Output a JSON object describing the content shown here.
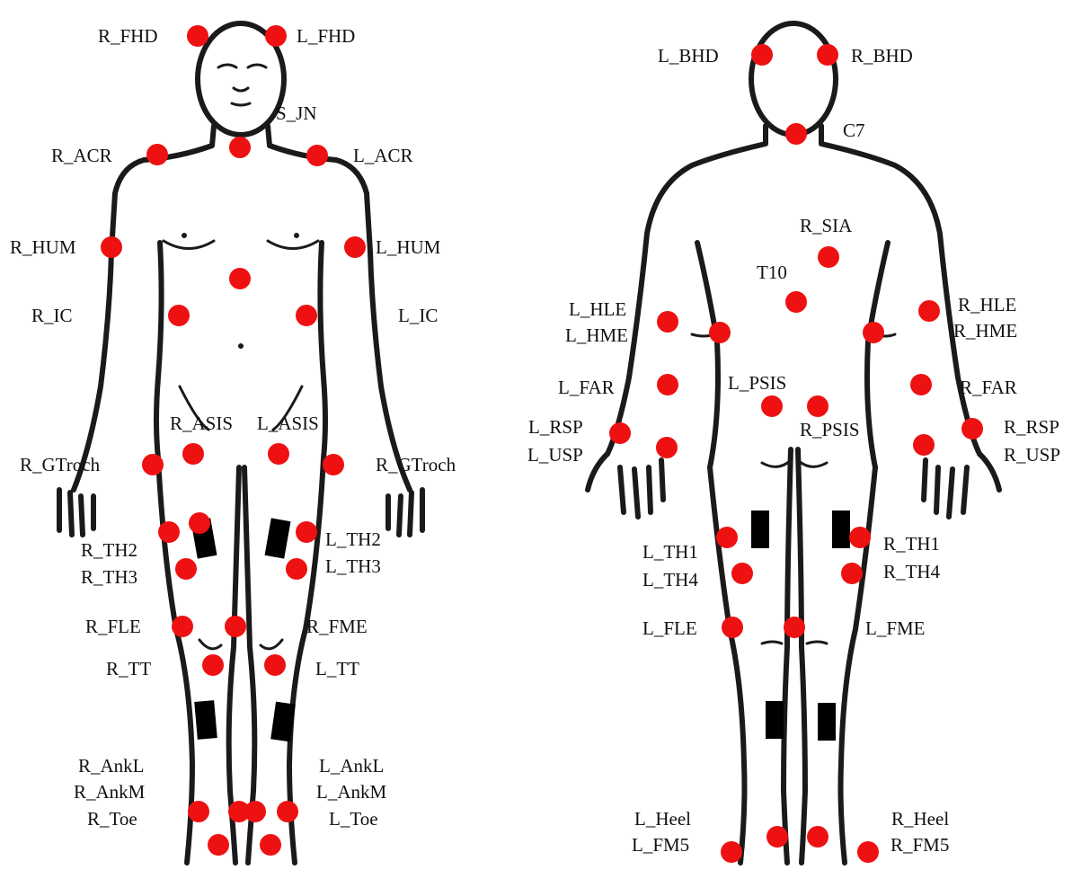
{
  "colors": {
    "marker": "#ee1111",
    "outline": "#1a1a1a",
    "sensor": "#000000",
    "background": "#ffffff"
  },
  "front_view": {
    "labels": {
      "r_fhd": "R_FHD",
      "l_fhd": "L_FHD",
      "s_jn": "S_JN",
      "r_acr": "R_ACR",
      "l_acr": "L_ACR",
      "r_hum": "R_HUM",
      "l_hum": "L_HUM",
      "r_ic": "R_IC",
      "l_ic": "L_IC",
      "r_asis": "R_ASIS",
      "l_asis": "L_ASIS",
      "r_gtroch": "R_GTroch",
      "l_gtroch": "R_GTroch",
      "r_th2": "R_TH2",
      "r_th3": "R_TH3",
      "l_th2": "L_TH2",
      "l_th3": "L_TH3",
      "r_fle": "R_FLE",
      "r_fme": "R_FME",
      "r_tt": "R_TT",
      "l_tt": "L_TT",
      "r_ankl": "R_AnkL",
      "r_ankm": "R_AnkM",
      "r_toe": "R_Toe",
      "l_ankl": "L_AnkL",
      "l_ankm": "L_AnkM",
      "l_toe": "L_Toe"
    }
  },
  "back_view": {
    "labels": {
      "l_bhd": "L_BHD",
      "r_bhd": "R_BHD",
      "c7": "C7",
      "r_sia": "R_SIA",
      "t10": "T10",
      "l_hle": "L_HLE",
      "l_hme": "L_HME",
      "r_hle": "R_HLE",
      "r_hme": "R_HME",
      "l_far": "L_FAR",
      "r_far": "R_FAR",
      "l_psis": "L_PSIS",
      "r_psis": "R_PSIS",
      "l_rsp": "L_RSP",
      "l_usp": "L_USP",
      "r_rsp": "R_RSP",
      "r_usp": "R_USP",
      "l_th1": "L_TH1",
      "l_th4": "L_TH4",
      "r_th1": "R_TH1",
      "r_th4": "R_TH4",
      "l_fle": "L_FLE",
      "l_fme": "L_FME",
      "l_heel": "L_Heel",
      "l_fm5": "L_FM5",
      "r_heel": "R_Heel",
      "r_fm5": "R_FM5"
    }
  }
}
